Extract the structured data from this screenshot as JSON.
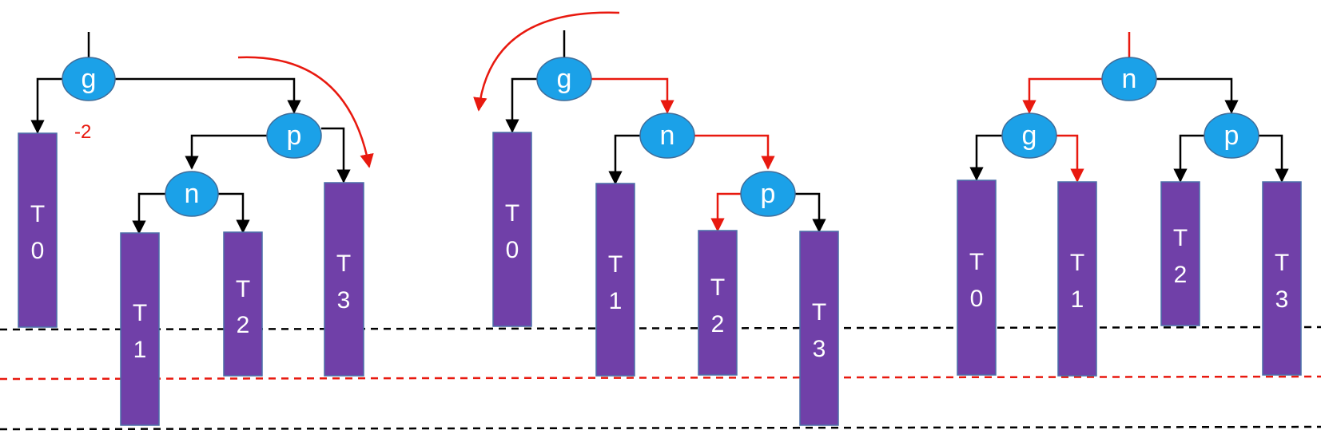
{
  "colors": {
    "node_fill": "#1BA1E8",
    "node_stroke": "#3F6D9A",
    "subtree_fill": "#7040A8",
    "subtree_stroke": "#4A6FA8",
    "edge_black": "#000000",
    "edge_red": "#E8190F",
    "label_white": "#FFFFFF",
    "dash_black": "#000000",
    "dash_red": "#E8190F"
  },
  "panels": [
    {
      "nodes": [
        {
          "id": "g",
          "label": "g"
        },
        {
          "id": "p",
          "label": "p"
        },
        {
          "id": "n",
          "label": "n"
        }
      ],
      "subtrees": [
        {
          "id": "T0",
          "letter": "T",
          "digit": "0"
        },
        {
          "id": "T1",
          "letter": "T",
          "digit": "1"
        },
        {
          "id": "T2",
          "letter": "T",
          "digit": "2"
        },
        {
          "id": "T3",
          "letter": "T",
          "digit": "3"
        }
      ],
      "balance_label": "-2"
    },
    {
      "nodes": [
        {
          "id": "g",
          "label": "g"
        },
        {
          "id": "n",
          "label": "n"
        },
        {
          "id": "p",
          "label": "p"
        }
      ],
      "subtrees": [
        {
          "id": "T0",
          "letter": "T",
          "digit": "0"
        },
        {
          "id": "T1",
          "letter": "T",
          "digit": "1"
        },
        {
          "id": "T2",
          "letter": "T",
          "digit": "2"
        },
        {
          "id": "T3",
          "letter": "T",
          "digit": "3"
        }
      ]
    },
    {
      "nodes": [
        {
          "id": "n",
          "label": "n"
        },
        {
          "id": "g",
          "label": "g"
        },
        {
          "id": "p",
          "label": "p"
        }
      ],
      "subtrees": [
        {
          "id": "T0",
          "letter": "T",
          "digit": "0"
        },
        {
          "id": "T1",
          "letter": "T",
          "digit": "1"
        },
        {
          "id": "T2",
          "letter": "T",
          "digit": "2"
        },
        {
          "id": "T3",
          "letter": "T",
          "digit": "3"
        }
      ]
    }
  ]
}
